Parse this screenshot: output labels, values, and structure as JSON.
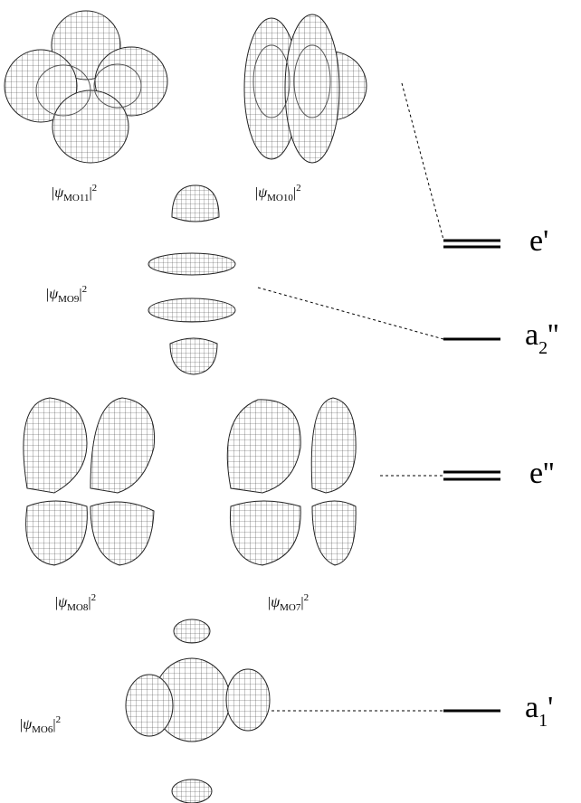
{
  "orbitals": [
    {
      "id": "MO11",
      "label": {
        "pre": "|",
        "psi": "ψ",
        "sub": "MO11",
        "post": "|",
        "sup": "2"
      }
    },
    {
      "id": "MO10",
      "label": {
        "pre": "|",
        "psi": "ψ",
        "sub": "MO10",
        "post": "|",
        "sup": "2"
      }
    },
    {
      "id": "MO9",
      "label": {
        "pre": "|",
        "psi": "ψ",
        "sub": "MO9",
        "post": "|",
        "sup": "2"
      }
    },
    {
      "id": "MO8",
      "label": {
        "pre": "|",
        "psi": "ψ",
        "sub": "MO8",
        "post": "|",
        "sup": "2"
      }
    },
    {
      "id": "MO7",
      "label": {
        "pre": "|",
        "psi": "ψ",
        "sub": "MO7",
        "post": "|",
        "sup": "2"
      }
    },
    {
      "id": "MO6",
      "label": {
        "pre": "|",
        "psi": "ψ",
        "sub": "MO6",
        "post": "|",
        "sup": "2"
      }
    }
  ],
  "levels": [
    {
      "id": "e-prime",
      "main": "e",
      "sub": "",
      "prime": "'",
      "degenerate": true
    },
    {
      "id": "a2-double-prime",
      "main": "a",
      "sub": "2",
      "prime": "''",
      "degenerate": false
    },
    {
      "id": "e-double-prime",
      "main": "e",
      "sub": "",
      "prime": "''",
      "degenerate": true
    },
    {
      "id": "a1-prime",
      "main": "a",
      "sub": "1",
      "prime": "'",
      "degenerate": false
    }
  ],
  "style": {
    "stroke": "#000000",
    "mesh": "#333333",
    "background": "#ffffff"
  }
}
